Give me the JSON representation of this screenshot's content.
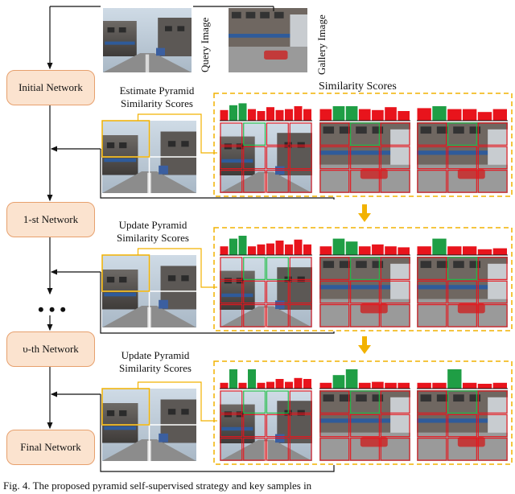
{
  "networks": {
    "initial": "Initial Network",
    "first": "1-st Network",
    "dots": "•••",
    "upsilon": "υ-th Network",
    "final": "Final Network"
  },
  "images": {
    "query_label": "Query Image",
    "gallery_label": "Gallery Image"
  },
  "section_title": "Similarity Scores",
  "stages": [
    {
      "label_line1": "Estimate Pyramid",
      "label_line2": "Similarity Scores",
      "bars": [
        [
          [
            "r",
            0.55
          ],
          [
            "g",
            0.8
          ],
          [
            "g",
            0.9
          ],
          [
            "r",
            0.6
          ],
          [
            "r",
            0.5
          ],
          [
            "r",
            0.7
          ],
          [
            "r",
            0.55
          ],
          [
            "r",
            0.6
          ],
          [
            "r",
            0.75
          ],
          [
            "r",
            0.6
          ]
        ],
        [
          [
            "r",
            0.6
          ],
          [
            "g",
            0.75
          ],
          [
            "g",
            0.75
          ],
          [
            "r",
            0.6
          ],
          [
            "r",
            0.55
          ],
          [
            "r",
            0.7
          ],
          [
            "r",
            0.5
          ]
        ],
        [
          [
            "r",
            0.65
          ],
          [
            "g",
            0.75
          ],
          [
            "r",
            0.6
          ],
          [
            "r",
            0.6
          ],
          [
            "r",
            0.45
          ],
          [
            "r",
            0.6
          ]
        ]
      ]
    },
    {
      "label_line1": "Update Pyramid",
      "label_line2": "Similarity Scores",
      "bars": [
        [
          [
            "r",
            0.45
          ],
          [
            "g",
            0.85
          ],
          [
            "g",
            1.0
          ],
          [
            "r",
            0.45
          ],
          [
            "r",
            0.55
          ],
          [
            "r",
            0.6
          ],
          [
            "r",
            0.75
          ],
          [
            "r",
            0.55
          ],
          [
            "r",
            0.8
          ],
          [
            "r",
            0.55
          ]
        ],
        [
          [
            "r",
            0.45
          ],
          [
            "g",
            0.85
          ],
          [
            "g",
            0.7
          ],
          [
            "r",
            0.45
          ],
          [
            "r",
            0.55
          ],
          [
            "r",
            0.45
          ],
          [
            "r",
            0.4
          ]
        ],
        [
          [
            "r",
            0.45
          ],
          [
            "g",
            0.85
          ],
          [
            "r",
            0.45
          ],
          [
            "r",
            0.45
          ],
          [
            "r",
            0.3
          ],
          [
            "r",
            0.35
          ]
        ]
      ]
    },
    {
      "label_line1": "Update Pyramid",
      "label_line2": "Similarity Scores",
      "bars": [
        [
          [
            "r",
            0.3
          ],
          [
            "g",
            1.0
          ],
          [
            "r",
            0.3
          ],
          [
            "g",
            1.0
          ],
          [
            "r",
            0.3
          ],
          [
            "r",
            0.35
          ],
          [
            "r",
            0.5
          ],
          [
            "r",
            0.35
          ],
          [
            "r",
            0.55
          ],
          [
            "r",
            0.5
          ]
        ],
        [
          [
            "r",
            0.3
          ],
          [
            "g",
            0.7
          ],
          [
            "g",
            1.0
          ],
          [
            "r",
            0.3
          ],
          [
            "r",
            0.35
          ],
          [
            "r",
            0.3
          ],
          [
            "r",
            0.3
          ]
        ],
        [
          [
            "r",
            0.3
          ],
          [
            "r",
            0.3
          ],
          [
            "g",
            1.0
          ],
          [
            "r",
            0.3
          ],
          [
            "r",
            0.25
          ],
          [
            "r",
            0.3
          ]
        ]
      ]
    }
  ],
  "caption": "Fig. 4.   The proposed pyramid self-supervised strategy and key samples in"
}
